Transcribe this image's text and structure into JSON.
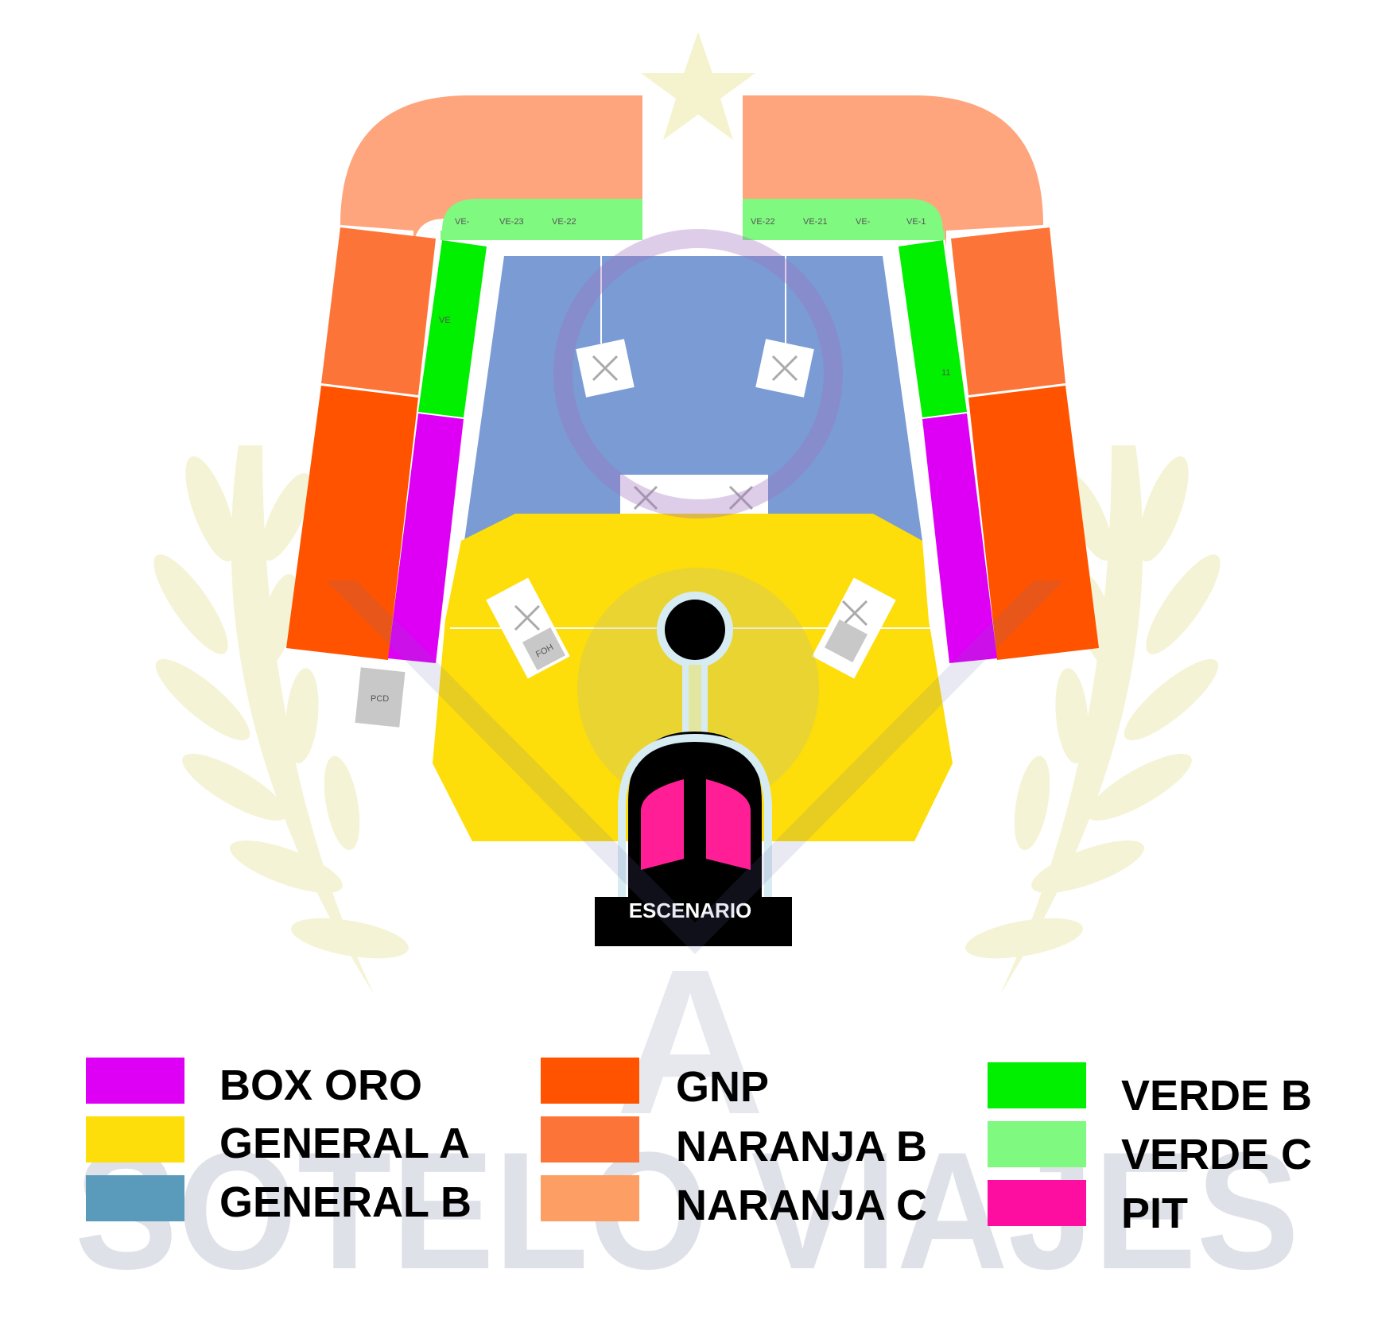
{
  "map": {
    "stage_label": "ESCENARIO",
    "foh_label": "FOH",
    "pcd_label": "PCD",
    "section_codes": {
      "top_left_1": "VE-",
      "top_left_2": "VE-23",
      "top_left_3": "VE-22",
      "top_right_1": "VE-22",
      "top_right_2": "VE-21",
      "top_right_3": "VE-",
      "top_right_4": "VE-1",
      "left_side": "VE",
      "right_side": "11"
    }
  },
  "watermark": {
    "brand": "SOTELO VIAJES",
    "initial": "A"
  },
  "colors": {
    "box_oro": "#dd00f5",
    "general_a": "#fddd0a",
    "general_b": "#7a9bd4",
    "gnp": "#ff5300",
    "naranja_b": "#fd7438",
    "naranja_c": "#fea57d",
    "verde_b": "#00f000",
    "verde_c": "#80f980",
    "pit": "#ff1e96",
    "stage": "#000000",
    "legend_general_b": "#5a9bbb",
    "legend_naranja_c": "#fd9e64",
    "legend_pit": "#fd0ea0"
  },
  "legend": [
    {
      "label": "BOX ORO",
      "color_key": "box_oro"
    },
    {
      "label": "GENERAL A",
      "color_key": "general_a"
    },
    {
      "label": "GENERAL B",
      "color_key": "legend_general_b"
    },
    {
      "label": "GNP",
      "color_key": "gnp"
    },
    {
      "label": "NARANJA B",
      "color_key": "naranja_b"
    },
    {
      "label": "NARANJA C",
      "color_key": "legend_naranja_c"
    },
    {
      "label": "VERDE B",
      "color_key": "verde_b"
    },
    {
      "label": "VERDE C",
      "color_key": "verde_c"
    },
    {
      "label": "PIT",
      "color_key": "legend_pit"
    }
  ]
}
